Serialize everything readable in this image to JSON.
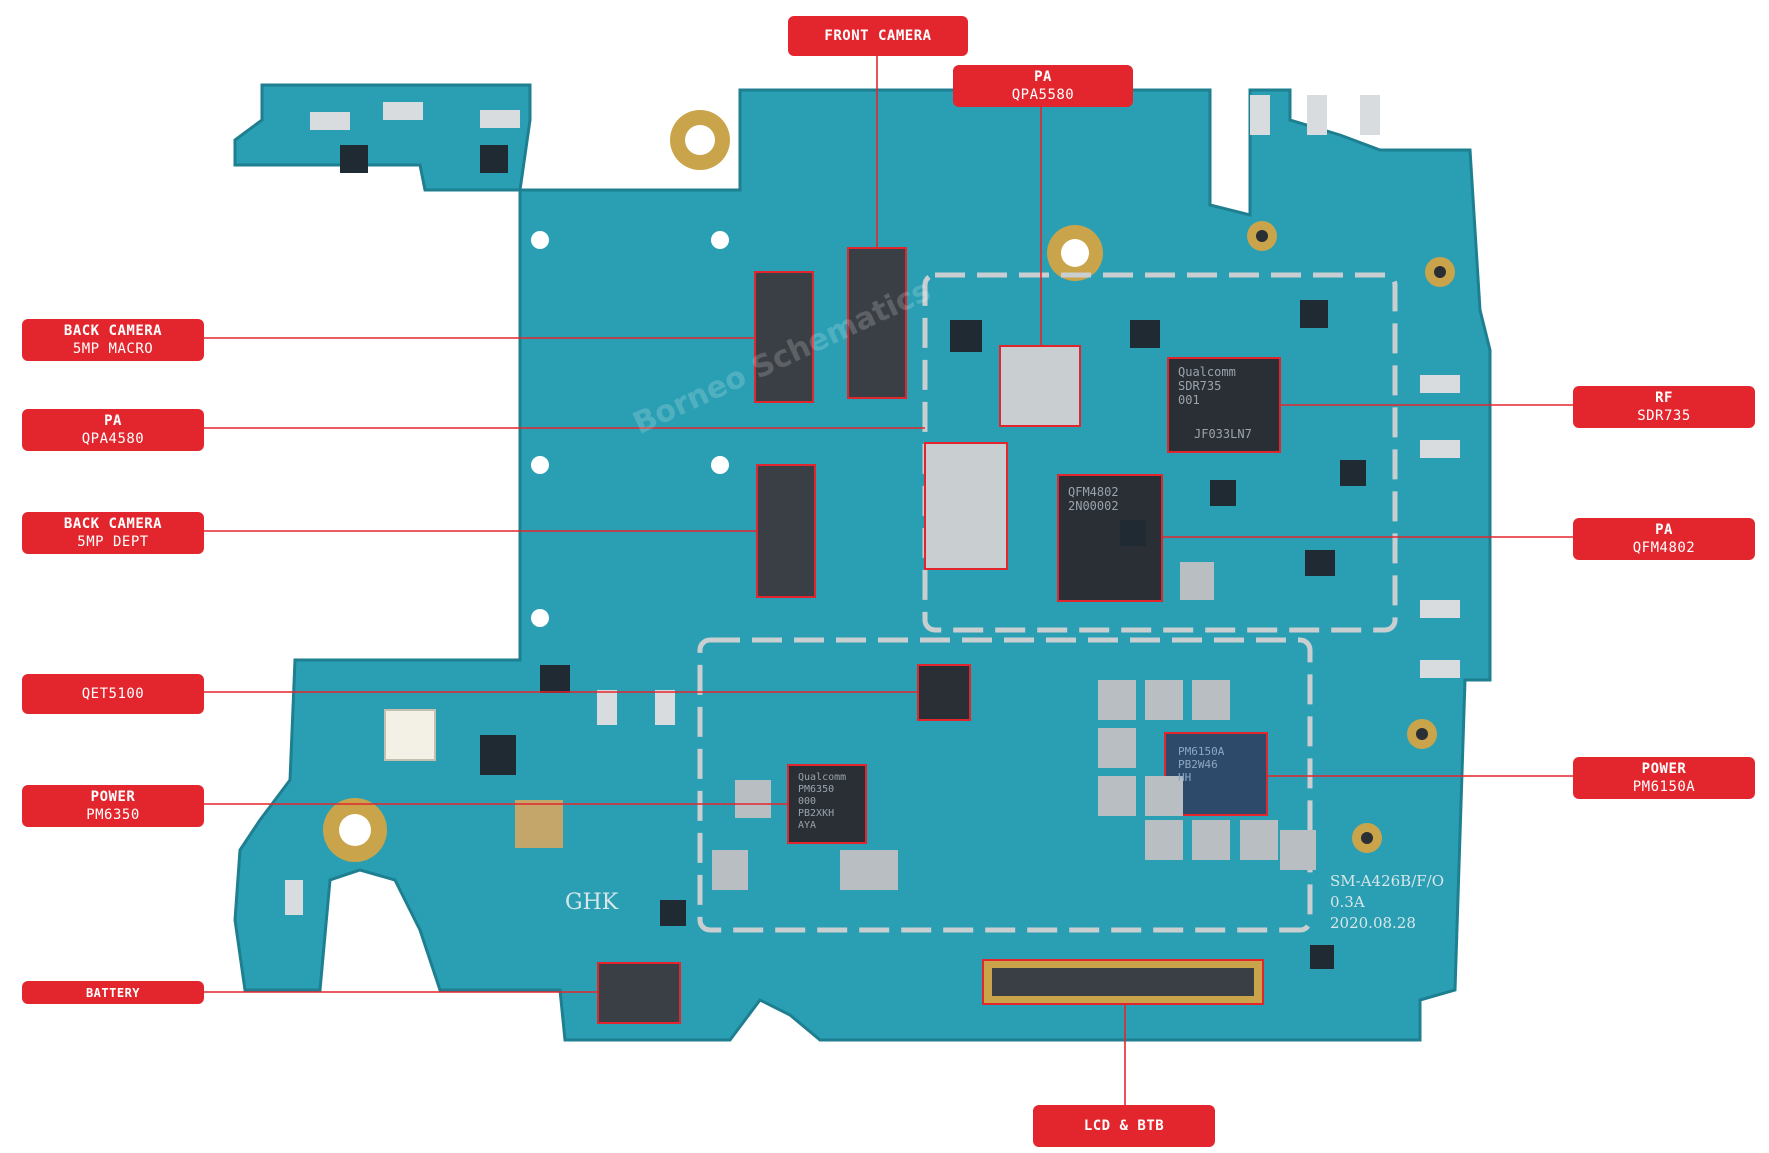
{
  "labels": {
    "front_camera": {
      "line1": "FRONT CAMERA"
    },
    "pa_qpa5580": {
      "line1": "PA",
      "line2": "QPA5580"
    },
    "back_camera_macro": {
      "line1": "BACK CAMERA",
      "line2": "5MP MACRO"
    },
    "pa_qpa4580": {
      "line1": "PA",
      "line2": "QPA4580"
    },
    "back_camera_dept": {
      "line1": "BACK CAMERA",
      "line2": "5MP DEPT"
    },
    "qet5100": {
      "line1": "QET5100"
    },
    "power_pm6350": {
      "line1": "POWER",
      "line2": "PM6350"
    },
    "battery": {
      "line1": "BATTERY"
    },
    "rf_sdr735": {
      "line1": "RF",
      "line2": "SDR735"
    },
    "pa_qfm4802": {
      "line1": "PA",
      "line2": "QFM4802"
    },
    "power_pm6150a": {
      "line1": "POWER",
      "line2": "PM6150A"
    },
    "lcd_btb": {
      "line1": "LCD & BTB"
    }
  },
  "board": {
    "model_text": "SM-A426B/F/O",
    "rev_text": "0.3A",
    "date_text": "2020.08.28",
    "factory_text": "GHK",
    "chip_sdr735": [
      "Qualcomm",
      "SDR735",
      "001",
      "JF033LN7"
    ],
    "chip_qfm4802": [
      "QFM4802",
      "2N00002"
    ],
    "chip_pm6350": [
      "Qualcomm",
      "PM6350",
      "000",
      "PB2XKH",
      "AYA"
    ],
    "chip_pm6150a": [
      "PM6150A",
      "PB2W46",
      "HH"
    ],
    "watermark": "Borneo Schematics"
  },
  "colors": {
    "accent": "#e3262e",
    "board": "#2a9fb3",
    "board_dark": "#1e7f91",
    "chip": "#2a2f36",
    "shield": "#c9cfd1"
  }
}
